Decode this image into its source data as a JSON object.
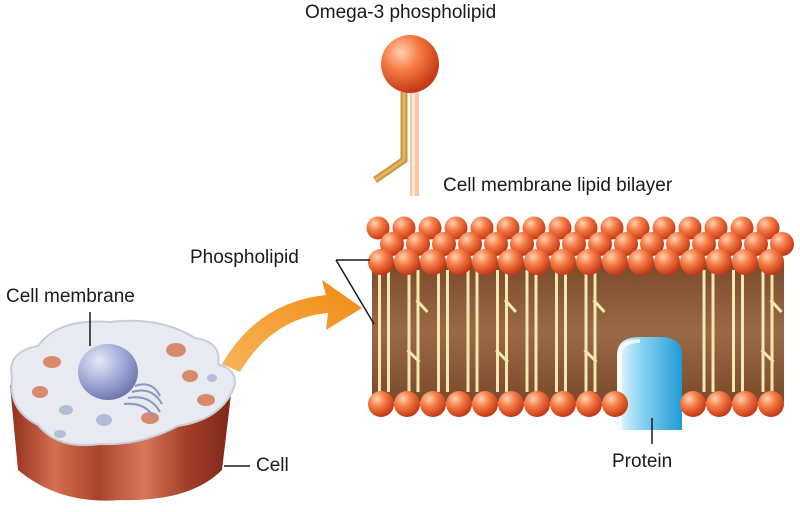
{
  "labels": {
    "omega3": "Omega-3 phospholipid",
    "bilayer": "Cell membrane lipid bilayer",
    "phospholipid": "Phospholipid",
    "cell_membrane": "Cell membrane",
    "cell": "Cell",
    "protein": "Protein"
  },
  "colors": {
    "head_light": "#ffb38a",
    "head_mid": "#f26a36",
    "head_dark": "#c9401a",
    "membrane_core": "#8a5a3a",
    "tail_light": "#f6e6b0",
    "tail_dark": "#c8963e",
    "arrow": "#f39a1e",
    "protein": "#29a8e0",
    "cell_side": "#b8533a",
    "cell_top": "#e3e6ec",
    "nucleus": "#8f98c8"
  }
}
